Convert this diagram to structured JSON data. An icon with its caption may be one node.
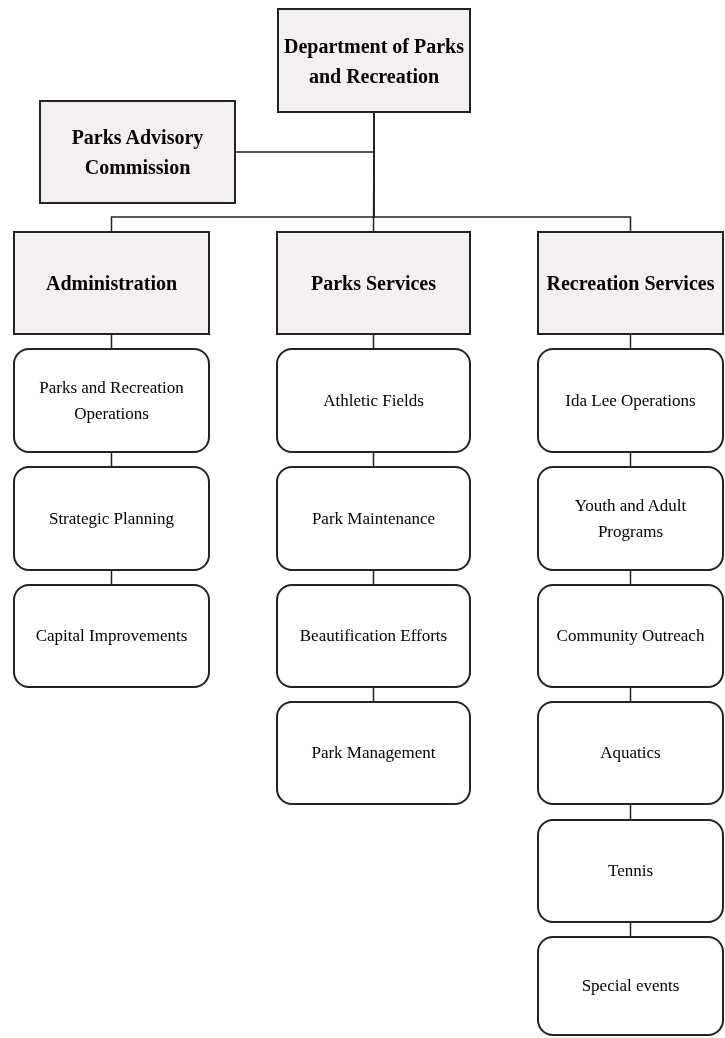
{
  "diagram": {
    "nodes": [
      {
        "text": [
          "Department of Parks and Recreation"
        ]
      },
      {
        "text": [
          "Parks Advisory Commission"
        ]
      },
      {
        "text": [
          "Administration"
        ]
      },
      {
        "text": [
          "Parks Services"
        ]
      },
      {
        "text": [
          "Recreation Services"
        ]
      },
      {
        "text": [
          "Parks and Recreation Operations"
        ]
      },
      {
        "text": [
          "Strategic Planning"
        ]
      },
      {
        "text": [
          "Capital Improvements"
        ]
      },
      {
        "text": [
          "Athletic Fields"
        ]
      },
      {
        "text": [
          "Park Maintenance"
        ]
      },
      {
        "text": [
          "Beautification Efforts"
        ]
      },
      {
        "text": [
          "Park Management"
        ]
      },
      {
        "text": [
          "Ida Lee Operations"
        ]
      },
      {
        "text": [
          "Youth and Adult Programs"
        ]
      },
      {
        "text": [
          "Community Outreach"
        ]
      },
      {
        "text": [
          "Aquatics"
        ]
      },
      {
        "text": [
          "Tennis"
        ]
      },
      {
        "text": [
          "Special events"
        ]
      }
    ],
    "edges": [
      {
        "from": 0,
        "to": 1,
        "arrow": "none"
      },
      {
        "from": 0,
        "to": 2,
        "arrow": "none"
      },
      {
        "from": 0,
        "to": 3,
        "arrow": "none"
      },
      {
        "from": 0,
        "to": 4,
        "arrow": "none"
      },
      {
        "from": 2,
        "to": 5,
        "arrow": "none"
      },
      {
        "from": 5,
        "to": 6,
        "arrow": "none"
      },
      {
        "from": 6,
        "to": 7,
        "arrow": "none"
      },
      {
        "from": 3,
        "to": 8,
        "arrow": "none"
      },
      {
        "from": 8,
        "to": 9,
        "arrow": "none"
      },
      {
        "from": 9,
        "to": 10,
        "arrow": "none"
      },
      {
        "from": 10,
        "to": 11,
        "arrow": "none"
      },
      {
        "from": 4,
        "to": 12,
        "arrow": "none"
      },
      {
        "from": 12,
        "to": 13,
        "arrow": "none"
      },
      {
        "from": 13,
        "to": 14,
        "arrow": "none"
      },
      {
        "from": 14,
        "to": 15,
        "arrow": "none"
      },
      {
        "from": 15,
        "to": 16,
        "arrow": "none"
      },
      {
        "from": 16,
        "to": 17,
        "arrow": "none"
      }
    ]
  }
}
